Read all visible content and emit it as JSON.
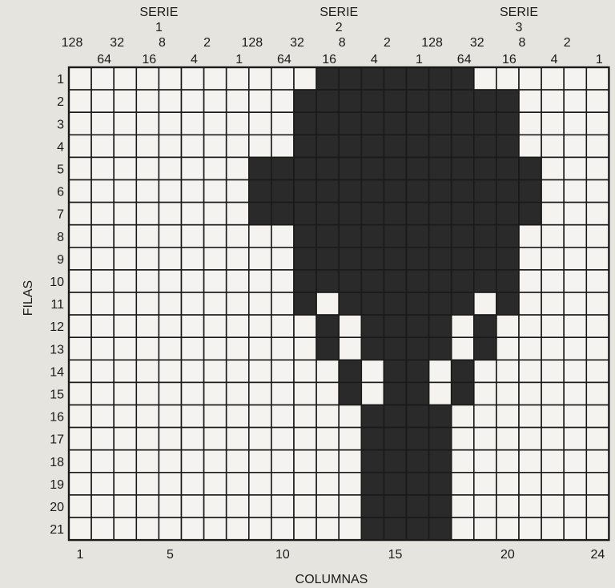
{
  "series_headers": [
    {
      "word": "SERIE",
      "number": "1"
    },
    {
      "word": "SERIE",
      "number": "2"
    },
    {
      "word": "SERIE",
      "number": "3"
    }
  ],
  "bit_labels": [
    "128",
    "64",
    "32",
    "16",
    "8",
    "4",
    "2",
    "1"
  ],
  "axis_labels": {
    "rows": "FILAS",
    "columns": "COLUMNAS"
  },
  "row_labels": [
    "1",
    "2",
    "3",
    "4",
    "5",
    "6",
    "7",
    "8",
    "9",
    "10",
    "11",
    "12",
    "13",
    "14",
    "15",
    "16",
    "17",
    "18",
    "19",
    "20",
    "21"
  ],
  "column_tick_labels": [
    {
      "column": 1,
      "label": "1"
    },
    {
      "column": 5,
      "label": "5"
    },
    {
      "column": 10,
      "label": "10"
    },
    {
      "column": 15,
      "label": "15"
    },
    {
      "column": 20,
      "label": "20"
    },
    {
      "column": 24,
      "label": "24"
    }
  ],
  "grid": {
    "rows": 21,
    "columns": 24,
    "filled_color": "#2a2a2a",
    "empty_color": "#f4f3ef",
    "line_color": "#1a1a1a"
  },
  "filled_pattern": [
    "000000000001111111000000",
    "000000000011111111110000",
    "000000000011111111110000",
    "000000000011111111110000",
    "000000001111111111111000",
    "000000001111111111111000",
    "000000001111111111111000",
    "000000000011111111110000",
    "000000000011111111110000",
    "000000000011111111110000",
    "000000000010111111010000",
    "000000000001011110100000",
    "000000000001011110100000",
    "000000000000101101000000",
    "000000000000101101000000",
    "000000000000011110000000",
    "000000000000011110000000",
    "000000000000011110000000",
    "000000000000011110000000",
    "000000000000011110000000",
    "000000000000011110000000"
  ]
}
